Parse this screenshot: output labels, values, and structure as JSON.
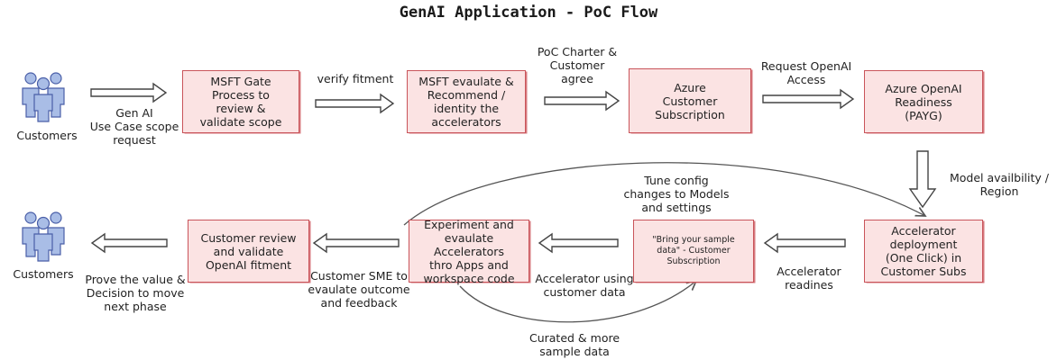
{
  "title": "GenAI Application - PoC Flow",
  "nodes": {
    "customers_top": "Customers",
    "customers_bottom": "Customers",
    "msft_gate": "MSFT Gate\nProcess to\nreview  &\nvalidate scope",
    "msft_evaluate": "MSFT evaulate &\nRecommend /\nidentity the\naccelerators",
    "azure_sub": "Azure\nCustomer\nSubscription",
    "openai_ready": "Azure OpenAI\nReadiness\n(PAYG)",
    "accel_deploy": "Accelerator\ndeployment\n(One Click) in\nCustomer Subs",
    "sample_data": "\"Bring your sample\ndata\" - Customer\nSubscription",
    "experiment": "Experiment and\nevaulate Accelerators\nthro Apps and\nworkspace code",
    "customer_review": "Customer review\nand validate\nOpenAI fitment"
  },
  "edges": {
    "gen_ai_request": "Gen AI\nUse Case scope\nrequest",
    "verify_fitment": "verify fitment",
    "poc_charter": "PoC Charter &\nCustomer\nagree",
    "request_openai": "Request OpenAI\nAccess",
    "model_availability": "Model availbility /\nRegion",
    "accel_readines": "Accelerator\nreadines",
    "accel_customer_data": "Accelerator using\ncustomer data",
    "tune_config": "Tune config\nchanges to Models\nand settings",
    "curated_data": "Curated & more\nsample data",
    "customer_sme": "Customer SME to\nevaulate outcome\nand feedback",
    "prove_value": "Prove the value &\nDecision to move\nnext phase"
  },
  "colors": {
    "box_fill": "#fbe3e3",
    "box_border": "#c9545a",
    "person_fill": "#a9bde6",
    "person_stroke": "#4a5fa8",
    "arrow": "#444444"
  },
  "icons": [
    "people-group-icon"
  ]
}
